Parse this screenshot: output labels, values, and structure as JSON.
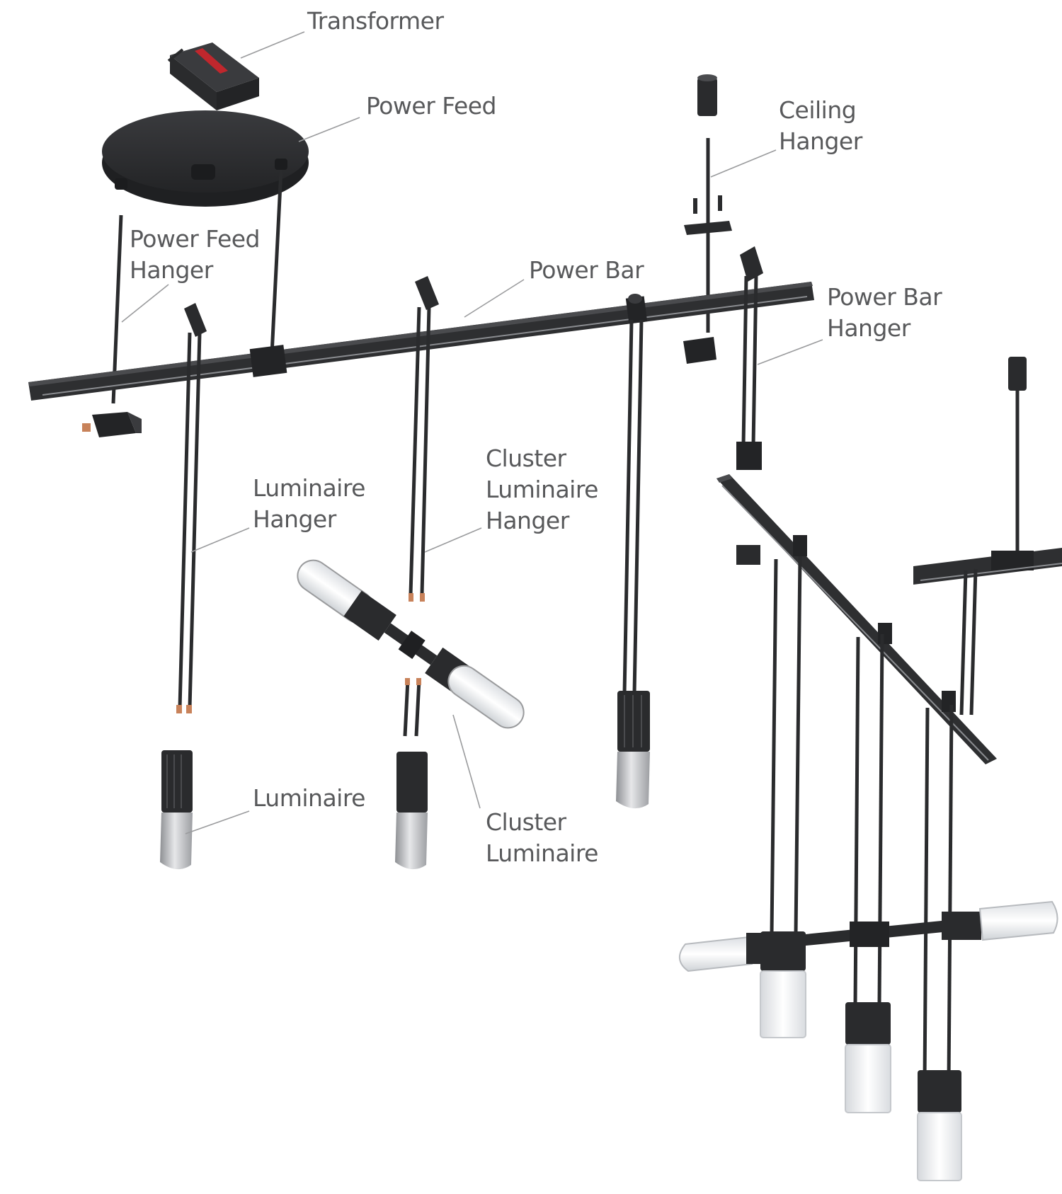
{
  "diagram": {
    "labels": {
      "transformer": [
        "Transformer"
      ],
      "power_feed": [
        "Power Feed"
      ],
      "ceiling_hanger": [
        "Ceiling",
        "Hanger"
      ],
      "power_feed_hanger": [
        "Power Feed",
        "Hanger"
      ],
      "power_bar": [
        "Power Bar"
      ],
      "power_bar_hanger": [
        "Power Bar",
        "Hanger"
      ],
      "cluster_luminaire_hanger": [
        "Cluster",
        "Luminaire",
        "Hanger"
      ],
      "luminaire_hanger": [
        "Luminaire",
        "Hanger"
      ],
      "luminaire": [
        "Luminaire"
      ],
      "cluster_luminaire": [
        "Cluster",
        "Luminaire"
      ]
    },
    "colors": {
      "hardware": "#2e2f31",
      "hardware_dark": "#1f2022",
      "hardware_light": "#4a4b4e",
      "silver": "#bfc1c4",
      "silver_light": "#e4e5e7",
      "frosted": "#eef0f2",
      "copper": "#c8825a",
      "accent_red": "#c0272d",
      "leader": "#9a9b9d",
      "text": "#58595b"
    }
  }
}
